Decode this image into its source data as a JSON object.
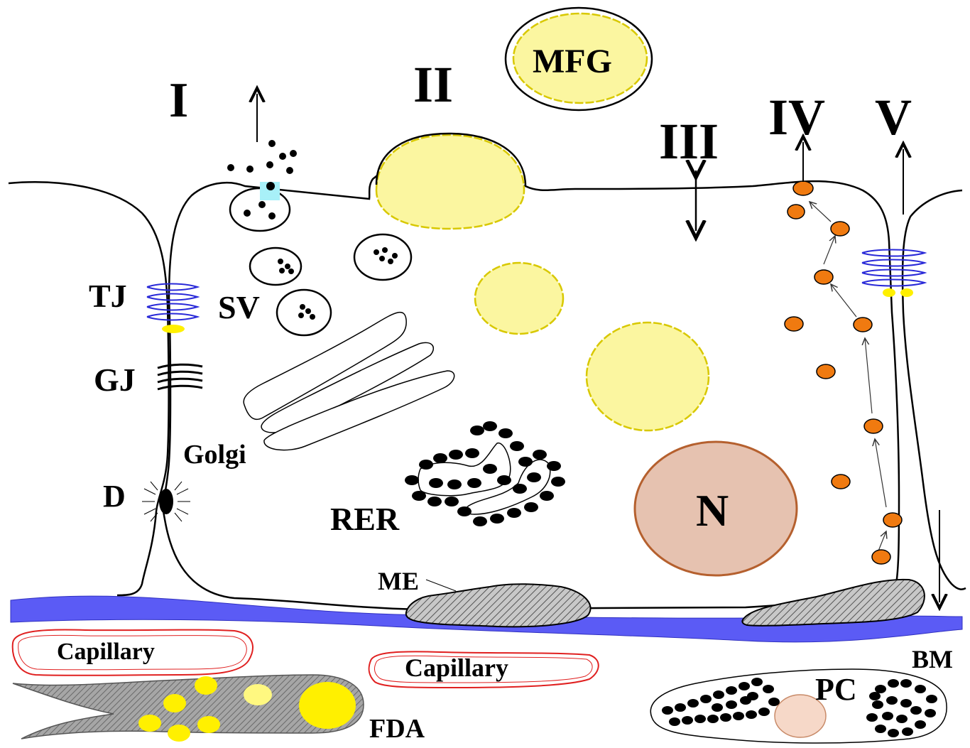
{
  "labels": {
    "pathway_1": "I",
    "pathway_2": "II",
    "pathway_3": "III",
    "pathway_4": "IV",
    "pathway_5": "V",
    "mfg": "MFG",
    "tj": "TJ",
    "gj": "GJ",
    "sv": "SV",
    "golgi": "Golgi",
    "d": "D",
    "rer": "RER",
    "nucleus": "N",
    "me": "ME",
    "capillary_left": "Capillary",
    "capillary_mid": "Capillary",
    "bm": "BM",
    "pc": "PC",
    "fda": "FDA"
  },
  "colors": {
    "outline": "#000000",
    "lipid_fill": "#fbf6a0",
    "lipid_edge": "#d8c800",
    "nucleus_fill": "#e6c2b0",
    "nucleus_edge": "#b5602e",
    "vesicle_orange": "#f07a10",
    "basement_membrane": "#5b5bf5",
    "tight_junction": "#2a2ad8",
    "capillary_edge": "#e02020",
    "myoepithelial_fill": "#bdbdbd",
    "fda_fill": "#9a9a9a",
    "fda_droplet": "#fff000",
    "secretory_pore": "#a8f0f8"
  }
}
